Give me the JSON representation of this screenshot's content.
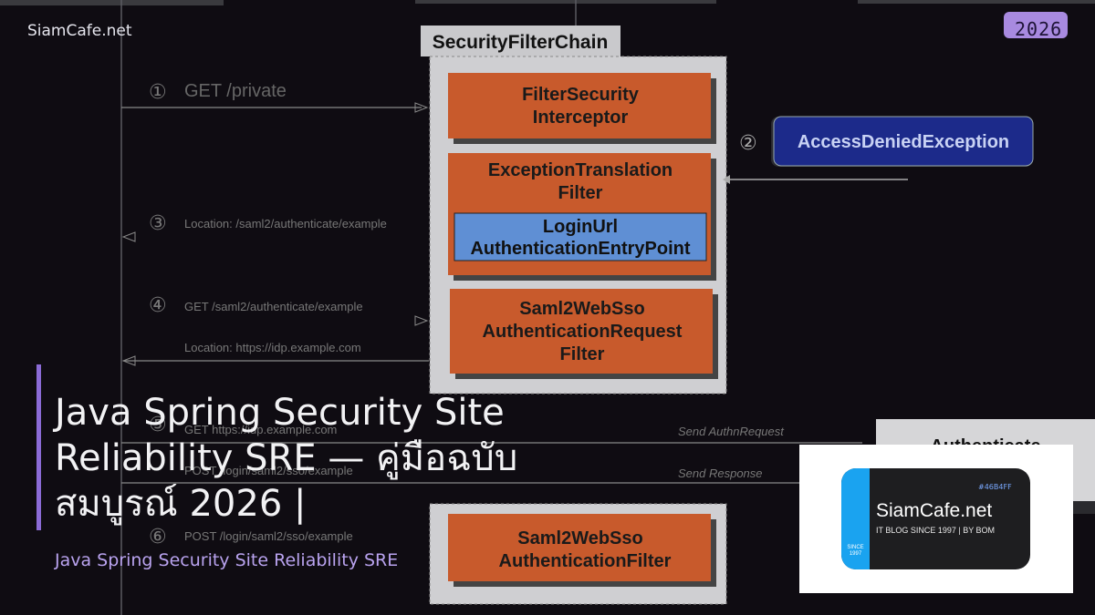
{
  "site_label": "SiamCafe.net",
  "year_badge": "2026",
  "diagram": {
    "chain_title": "SecurityFilterChain",
    "filter1_line1": "FilterSecurity",
    "filter1_line2": "Interceptor",
    "filter2_line1": "ExceptionTranslation",
    "filter2_line2": "Filter",
    "entry_line1": "LoginUrl",
    "entry_line2": "AuthenticationEntryPoint",
    "filter3_line1": "Saml2WebSso",
    "filter3_line2": "AuthenticationRequest",
    "filter3_line3": "Filter",
    "filter4_line1": "Saml2WebSso",
    "filter4_line2": "AuthenticationFilter",
    "exception": "AccessDeniedException",
    "idp_box": "Authenticate",
    "step1": "①",
    "step2": "②",
    "step3": "③",
    "step4": "④",
    "step5": "⑤",
    "step6": "⑥",
    "msg1": "GET /private",
    "msg3": "Location: /saml2/authenticate/example",
    "msg4": "GET /saml2/authenticate/example",
    "msg4b": "Location: https://idp.example.com",
    "msg5": "GET https://idp.example.com",
    "msg5b": "POST /login/saml2/sso/example",
    "msg6": "POST /login/saml2/sso/example",
    "send_authn": "Send AuthnRequest",
    "send_response": "Send Response"
  },
  "article_title": "Java Spring Security Site Reliability SRE — คู่มือฉบับสมบูรณ์ 2026 |",
  "article_subtitle": "Java Spring Security Site Reliability SRE",
  "brand_card": {
    "color_code": "#46B4FF",
    "name": "SiamCafe.net",
    "tagline": "IT BLOG SINCE 1997 | BY BOM",
    "since": "SINCE 1997"
  },
  "colors": {
    "filter_fill": "#c85a2c",
    "entry_point_fill": "#5f8fd4",
    "exception_fill": "#1c2a8a",
    "accent_purple": "#8b6bd6",
    "card_stripe": "#1aa3f0"
  }
}
